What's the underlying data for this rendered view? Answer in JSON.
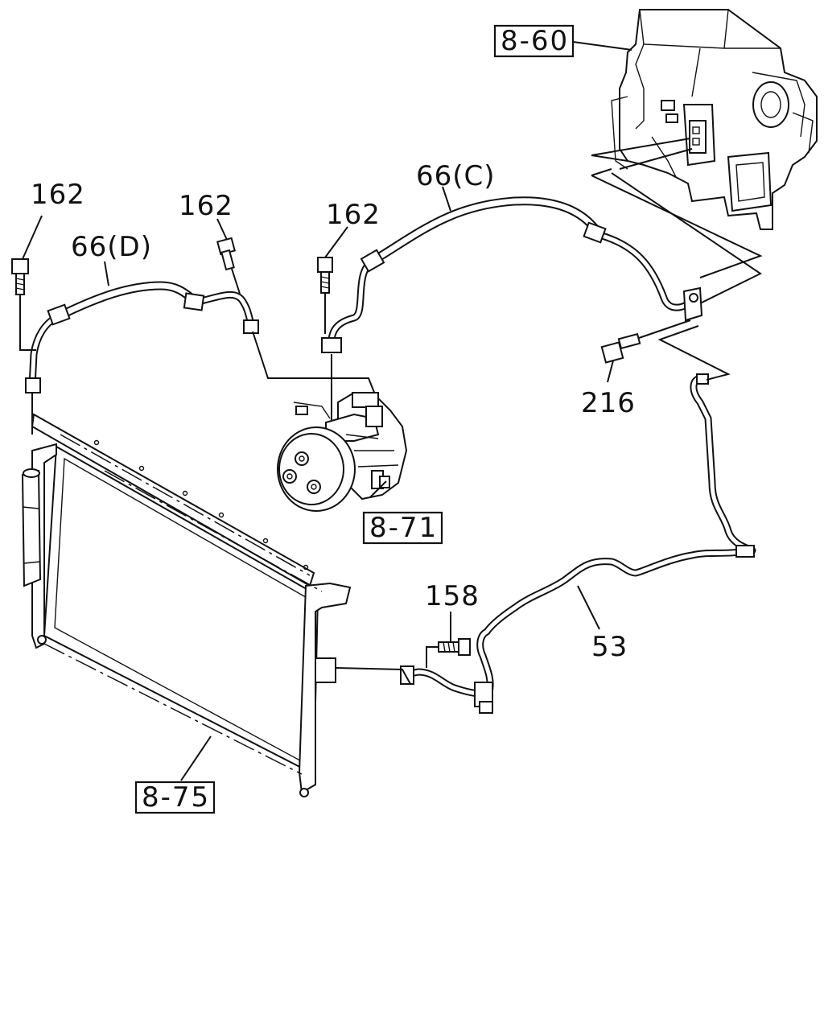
{
  "callouts": {
    "bolt_162_left": "162",
    "bolt_162_mid": "162",
    "bolt_162_right": "162",
    "hose_66d": "66(D)",
    "hose_66c": "66(C)",
    "bolt_216": "216",
    "bolt_158": "158",
    "pipe_53": "53"
  },
  "references": {
    "evaporator_unit": "8-60",
    "compressor": "8-71",
    "condenser": "8-75"
  }
}
